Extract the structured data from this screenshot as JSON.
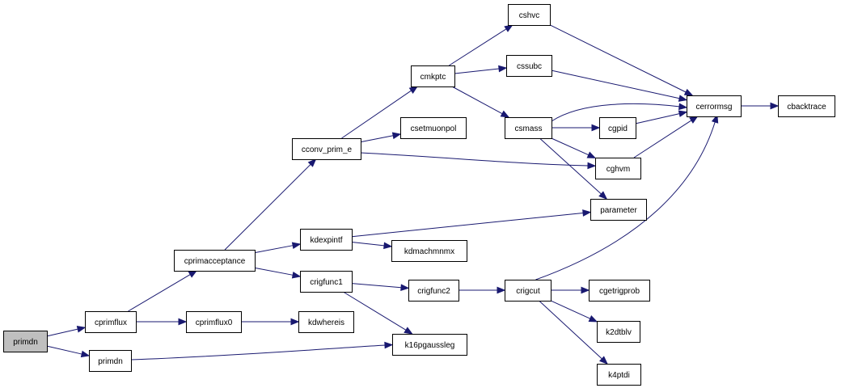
{
  "colors": {
    "edge": "#191970",
    "node_border": "#000000",
    "node_fill": "#ffffff",
    "root_fill": "#bfbfbf"
  },
  "nodes": {
    "primdn_root": "primdn",
    "cprimflux": "cprimflux",
    "primdn_b": "primdn",
    "cprimacceptance": "cprimacceptance",
    "cprimflux0": "cprimflux0",
    "cconv_prim_e": "cconv_prim_e",
    "kdexpintf": "kdexpintf",
    "crigfunc1": "crigfunc1",
    "kdwhereis": "kdwhereis",
    "cmkptc": "cmkptc",
    "csetmuonpol": "csetmuonpol",
    "kdmachmnmx": "kdmachmnmx",
    "crigfunc2": "crigfunc2",
    "k16pgaussleg": "k16pgaussleg",
    "cshvc": "cshvc",
    "cssubc": "cssubc",
    "csmass": "csmass",
    "crigcut": "crigcut",
    "cgpid": "cgpid",
    "cghvm": "cghvm",
    "parameter": "parameter",
    "cgetrigprob": "cgetrigprob",
    "k2dtblv": "k2dtblv",
    "k4ptdi": "k4ptdi",
    "cerrormsg": "cerrormsg",
    "cbacktrace": "cbacktrace"
  },
  "edges": [
    [
      "primdn_root",
      "cprimflux"
    ],
    [
      "primdn_root",
      "primdn_b"
    ],
    [
      "cprimflux",
      "cprimacceptance"
    ],
    [
      "cprimflux",
      "cprimflux0"
    ],
    [
      "primdn_b",
      "k16pgaussleg"
    ],
    [
      "cprimacceptance",
      "cconv_prim_e"
    ],
    [
      "cprimacceptance",
      "kdexpintf"
    ],
    [
      "cprimacceptance",
      "crigfunc1"
    ],
    [
      "cprimflux0",
      "kdwhereis"
    ],
    [
      "cconv_prim_e",
      "cmkptc"
    ],
    [
      "cconv_prim_e",
      "csetmuonpol"
    ],
    [
      "cconv_prim_e",
      "cghvm"
    ],
    [
      "kdexpintf",
      "parameter"
    ],
    [
      "kdexpintf",
      "kdmachmnmx"
    ],
    [
      "crigfunc1",
      "crigfunc2"
    ],
    [
      "crigfunc1",
      "k16pgaussleg"
    ],
    [
      "cmkptc",
      "cshvc"
    ],
    [
      "cmkptc",
      "cssubc"
    ],
    [
      "cmkptc",
      "csmass"
    ],
    [
      "crigfunc2",
      "crigcut"
    ],
    [
      "cshvc",
      "cerrormsg"
    ],
    [
      "cssubc",
      "cerrormsg"
    ],
    [
      "csmass",
      "cerrormsg"
    ],
    [
      "csmass",
      "cgpid"
    ],
    [
      "csmass",
      "cghvm"
    ],
    [
      "csmass",
      "parameter"
    ],
    [
      "cgpid",
      "cerrormsg"
    ],
    [
      "cghvm",
      "cerrormsg"
    ],
    [
      "crigcut",
      "cerrormsg"
    ],
    [
      "crigcut",
      "cgetrigprob"
    ],
    [
      "crigcut",
      "k2dtblv"
    ],
    [
      "crigcut",
      "k4ptdi"
    ],
    [
      "cerrormsg",
      "cbacktrace"
    ]
  ]
}
